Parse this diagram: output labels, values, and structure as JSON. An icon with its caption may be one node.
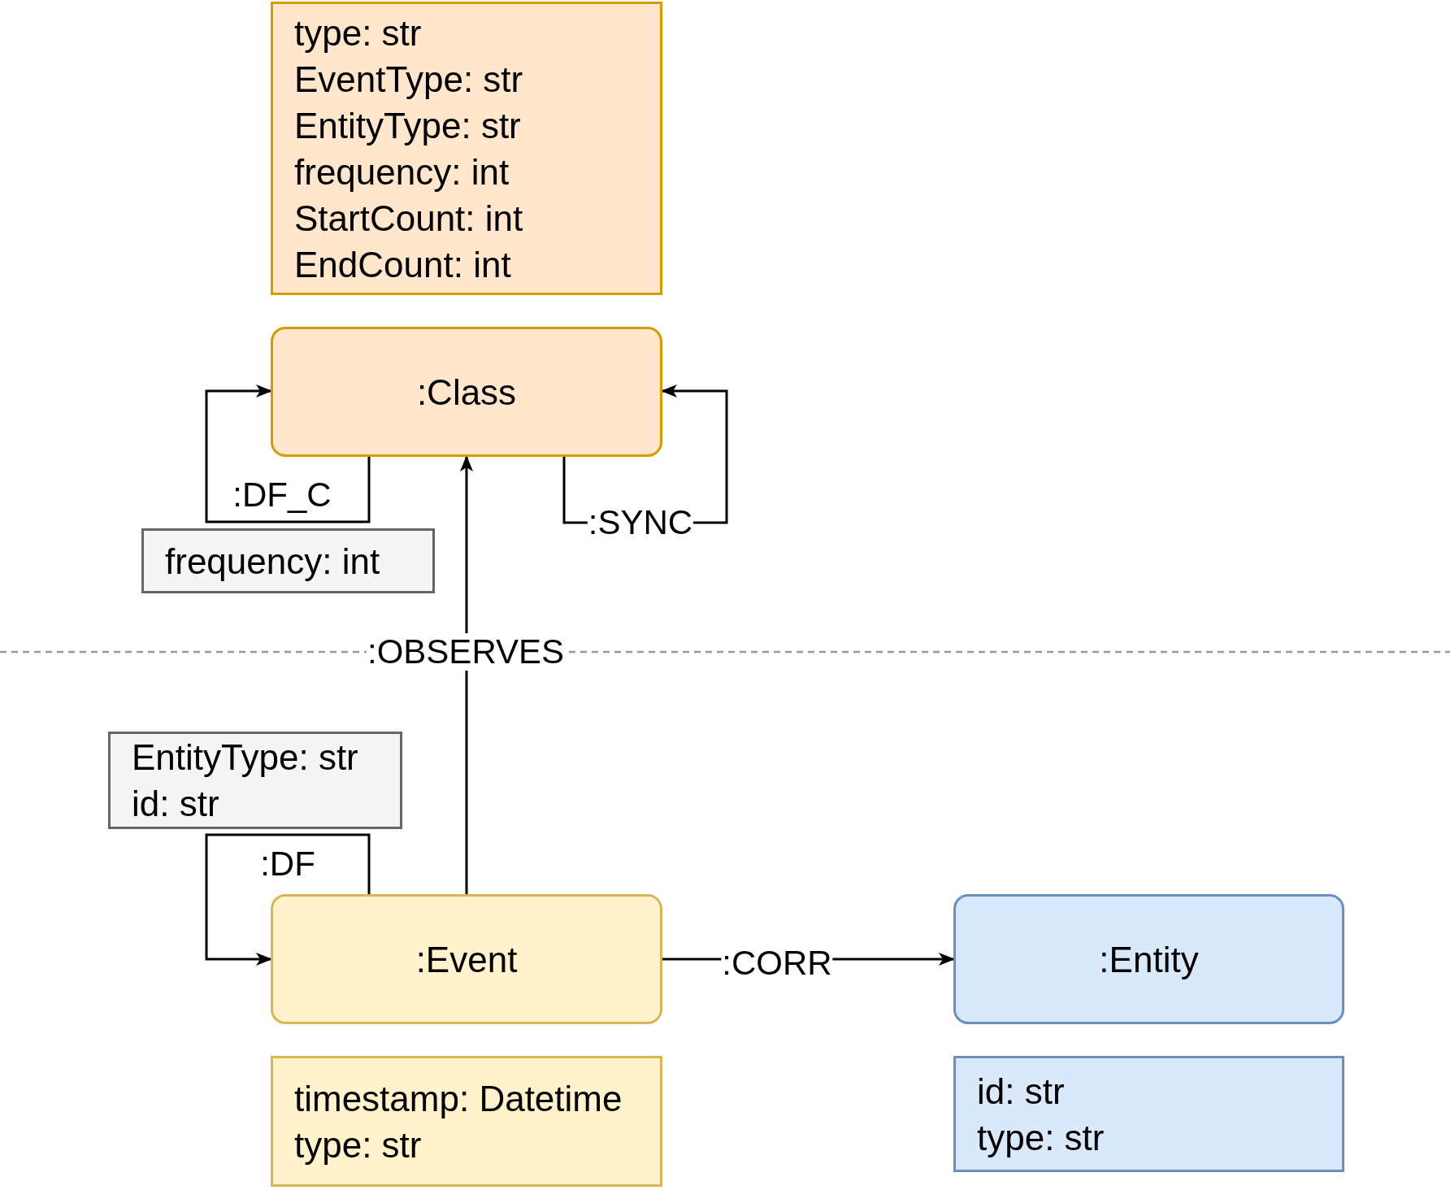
{
  "diagram": {
    "nodes": [
      {
        "text": [
          "type: str",
          "EventType: str",
          "EntityType: str",
          "frequency: int",
          "StartCount: int",
          "EndCount: int"
        ]
      },
      {
        "text": [
          ":Class"
        ]
      },
      {
        "text": [
          "frequency: int"
        ]
      },
      {
        "text": [
          "EntityType: str",
          "id: str"
        ]
      },
      {
        "text": [
          ":Event"
        ]
      },
      {
        "text": [
          ":Entity"
        ]
      },
      {
        "text": [
          "timestamp: Datetime",
          "type: str"
        ]
      },
      {
        "text": [
          "id: str",
          "type: str"
        ]
      }
    ],
    "edges": [
      {
        "from": 1,
        "to": 1,
        "arrow": "to",
        "label": ":DF_C"
      },
      {
        "from": 1,
        "to": 1,
        "arrow": "to",
        "label": ":SYNC"
      },
      {
        "from": 4,
        "to": 1,
        "arrow": "to",
        "label": ":OBSERVES"
      },
      {
        "from": 4,
        "to": 4,
        "arrow": "to",
        "label": ":DF"
      },
      {
        "from": 4,
        "to": 5,
        "arrow": "to",
        "label": ":CORR"
      }
    ]
  }
}
